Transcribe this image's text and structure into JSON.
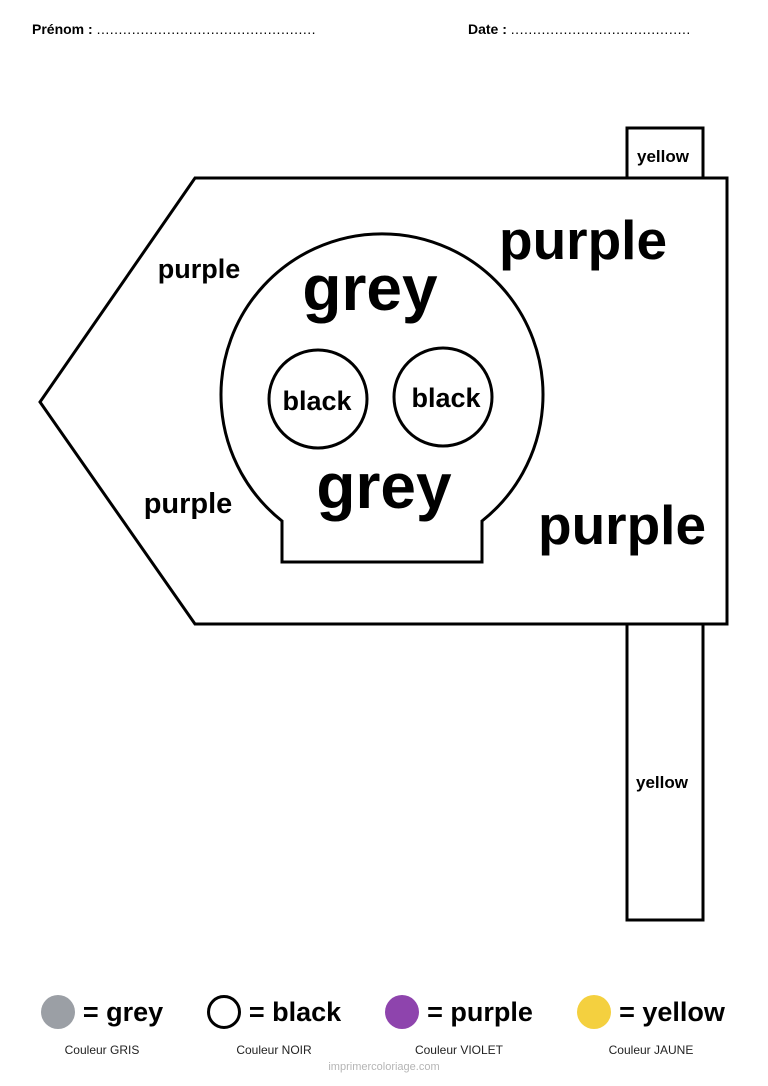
{
  "header": {
    "name_label": "Prénom :",
    "name_dots": "..................................................",
    "date_label": "Date :",
    "date_dots": "........................................."
  },
  "drawing_labels": {
    "sign_upper_left": "purple",
    "sign_lower_left": "purple",
    "sign_upper_right": "purple",
    "sign_lower_right": "purple",
    "skull_top": "grey",
    "skull_bottom": "grey",
    "eye_left": "black",
    "eye_right": "black",
    "post_top": "yellow",
    "post_bottom": "yellow"
  },
  "legend": [
    {
      "label": "= grey",
      "caption": "Couleur GRIS",
      "color": "#9b9fa5"
    },
    {
      "label": "= black",
      "caption": "Couleur NOIR",
      "color": "#ffffff"
    },
    {
      "label": "= purple",
      "caption": "Couleur VIOLET",
      "color": "#8e44ad"
    },
    {
      "label": "= yellow",
      "caption": "Couleur JAUNE",
      "color": "#f4d03f"
    }
  ],
  "footer": "imprimercoloriage.com"
}
